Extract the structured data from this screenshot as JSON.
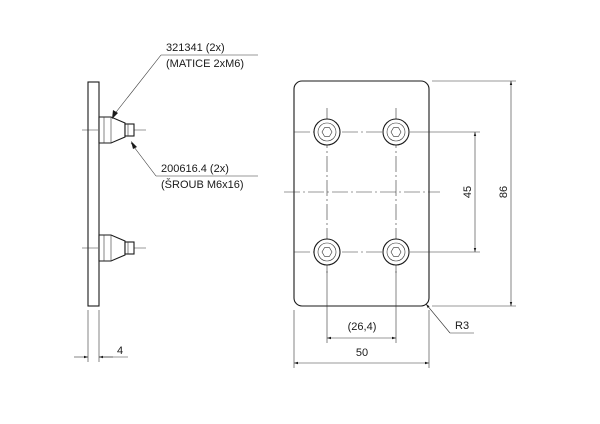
{
  "callouts": {
    "nut": {
      "part_number": "321341 (2x)",
      "description": "(MATICE 2xM6)"
    },
    "screw": {
      "part_number": "200616.4 (2x)",
      "description": "(ŠROUB M6x16)"
    }
  },
  "dimensions": {
    "thickness": "4",
    "width": "50",
    "hole_spacing_x": "(26,4)",
    "hole_spacing_y": "45",
    "height": "86",
    "radius": "R3"
  }
}
